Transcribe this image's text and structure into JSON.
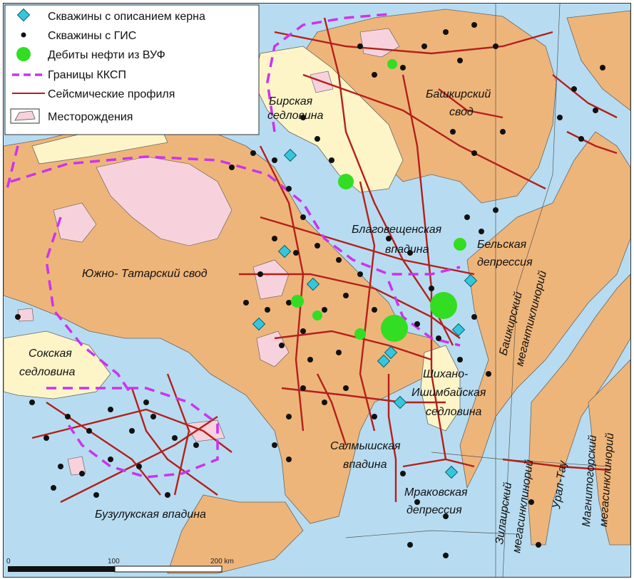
{
  "colors": {
    "water": "#b7dcf1",
    "uplift": "#eeb57a",
    "saddle": "#fdf5c8",
    "field": "#f7d2dc",
    "profile": "#b3201b",
    "well": "#111111",
    "oil": "#33dd22",
    "core": "#36c6dc",
    "boundary": "#cc33ee"
  },
  "legend": {
    "items": [
      {
        "symbol": "core-diamond",
        "label": "Скважины с описанием керна"
      },
      {
        "symbol": "well-dot",
        "label": "Скважины с  ГИС"
      },
      {
        "symbol": "oil-circle",
        "label": "Дебиты нефти из ВУФ"
      },
      {
        "symbol": "boundary-dash",
        "label": "Границы ККСП"
      },
      {
        "symbol": "profile-line",
        "label": "Сейсмические профиля"
      },
      {
        "symbol": "field-box",
        "label": "Месторождения"
      }
    ]
  },
  "labels": {
    "birsk_1": "Бирская",
    "birsk_2": "седловина",
    "bashkir_1": "Башкирский",
    "bashkir_2": "свод",
    "blago_1": "Благовещенская",
    "blago_2": "впадина",
    "belsk_1": "Бельская",
    "belsk_2": "депрессия",
    "south_tatar": "Южно- Татарский свод",
    "bashkir_meganti_1": "Башкирский",
    "bashkir_meganti_2": "мегантиклинорий",
    "sok_1": "Сокская",
    "sok_2": "седловина",
    "shikhan_1": "Шихано-",
    "shikhan_2": "Ишимбайская",
    "shikhan_3": "седловина",
    "salmysh_1": "Салмышская",
    "salmysh_2": "впадина",
    "zilair_1": "Зилаирский",
    "zilair_2": "мегасинклинорий",
    "uraltau": "Урал-Тау",
    "magnit_1": "Магнитогорский",
    "magnit_2": "мегасинклинорий",
    "mrakov_1": "Мраковская",
    "mrakov_2": "депрессия",
    "buzuluk": "Бузулукская впадина"
  },
  "scale": {
    "tick_0": "0",
    "tick_100": "100",
    "tick_200": "200 km"
  }
}
